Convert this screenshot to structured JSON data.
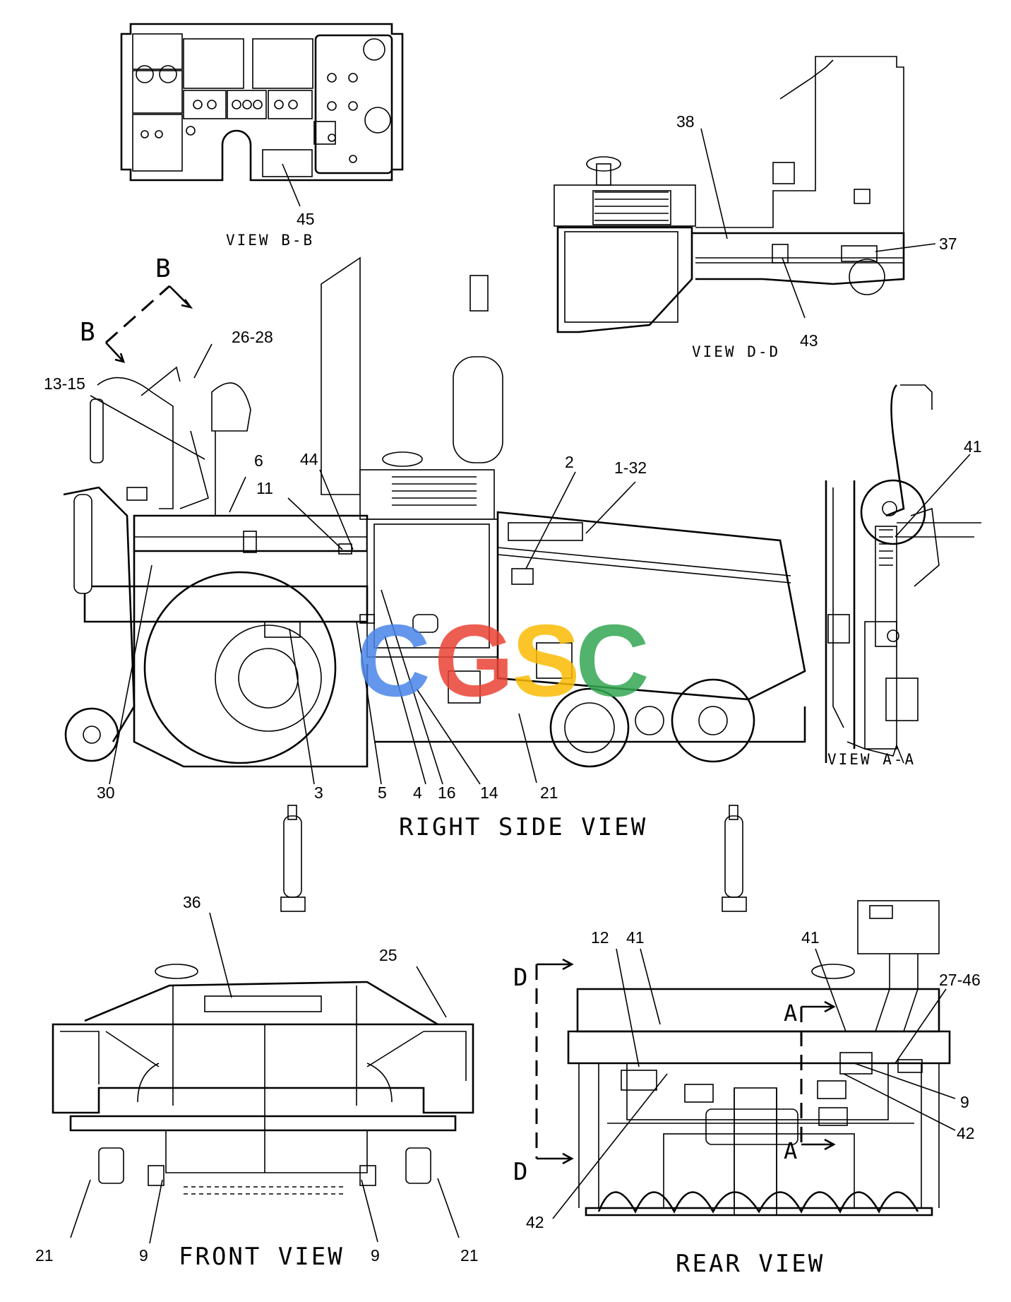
{
  "views": {
    "bb": "VIEW  B-B",
    "dd": "VIEW  D-D",
    "aa": "VIEW  A-A",
    "right": "RIGHT  SIDE  VIEW",
    "front": "FRONT  VIEW",
    "rear": "REAR  VIEW"
  },
  "section_marks": {
    "b1": "B",
    "b2": "B",
    "d1": "D",
    "d2": "D",
    "a1": "A",
    "a2": "A"
  },
  "watermark": {
    "letters": [
      "C",
      "G",
      "S",
      "C"
    ],
    "colors": [
      "#4a86e8",
      "#ea4335",
      "#fbbc05",
      "#34a853"
    ]
  },
  "callouts": {
    "c45": "45",
    "c38": "38",
    "c37": "37",
    "c43": "43",
    "c41a": "41",
    "c2628": "26-28",
    "c1315": "13-15",
    "c6": "6",
    "c44": "44",
    "c11": "11",
    "c2": "2",
    "c132": "1-32",
    "c30": "30",
    "c3": "3",
    "c5": "5",
    "c4": "4",
    "c16": "16",
    "c14": "14",
    "c21a": "21",
    "c36": "36",
    "c25": "25",
    "c21b": "21",
    "c9a": "9",
    "c9b": "9",
    "c21c": "21",
    "c12": "12",
    "c41b": "41",
    "c41c": "41",
    "c2746": "27-46",
    "c9c": "9",
    "c42a": "42",
    "c42b": "42"
  }
}
